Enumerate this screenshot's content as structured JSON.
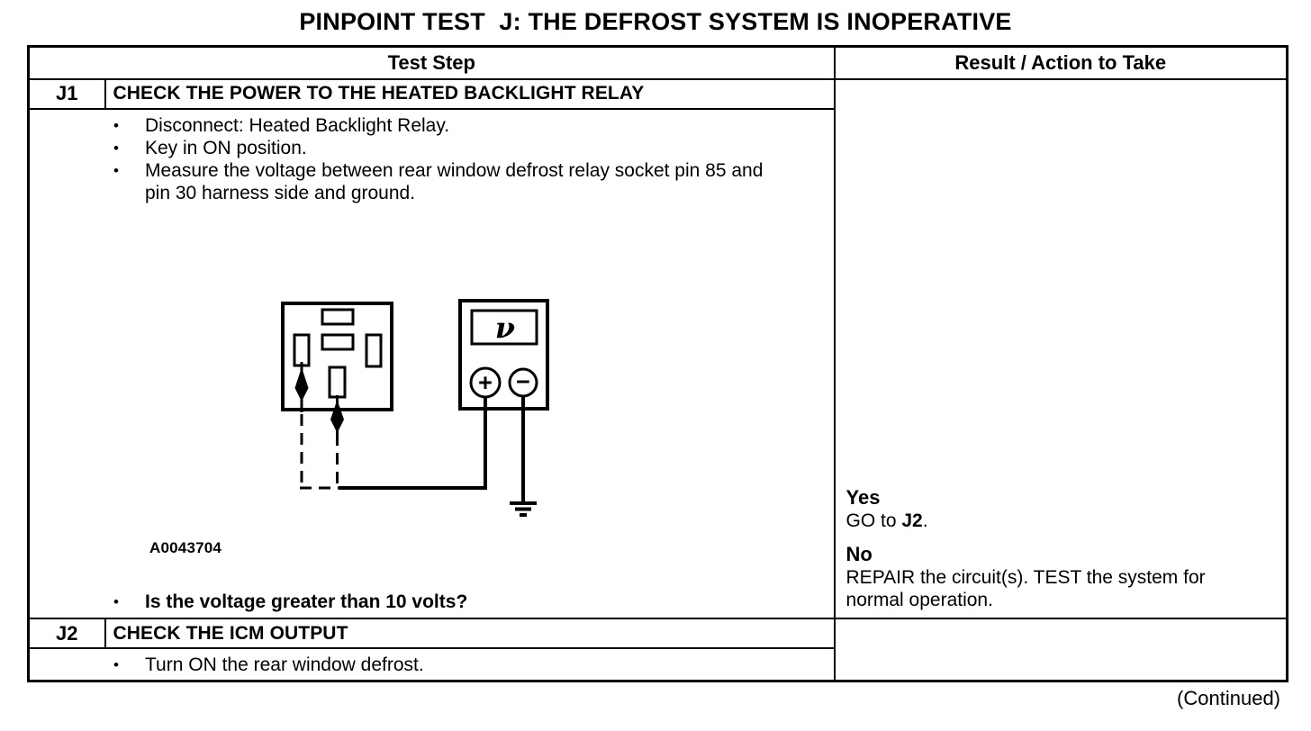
{
  "page": {
    "title": "PINPOINT TEST  J: THE DEFROST SYSTEM IS INOPERATIVE",
    "continued_note": "(Continued)"
  },
  "table": {
    "header": {
      "test_step": "Test Step",
      "result_action": "Result / Action to Take"
    },
    "steps": [
      {
        "id": "J1",
        "title": "CHECK THE POWER TO THE HEATED BACKLIGHT RELAY",
        "bullets": [
          "Disconnect: Heated Backlight Relay.",
          "Key in ON position.",
          "Measure the voltage between rear window defrost relay socket pin 85 and pin 30 harness side and ground."
        ],
        "figure_id": "A0043704",
        "question": "Is the voltage greater than 10 volts?",
        "results": [
          {
            "answer": "Yes",
            "action_prefix": "GO to ",
            "action_bold": "J2",
            "action_suffix": "."
          },
          {
            "answer": "No",
            "action": "REPAIR the circuit(s). TEST the system for normal operation."
          }
        ]
      },
      {
        "id": "J2",
        "title": "CHECK THE ICM OUTPUT",
        "bullets": [
          "Turn ON the rear window defrost."
        ]
      }
    ]
  },
  "icons": {
    "bullet": "•",
    "voltmeter_v": "ν",
    "plus": "+",
    "minus": "−"
  }
}
